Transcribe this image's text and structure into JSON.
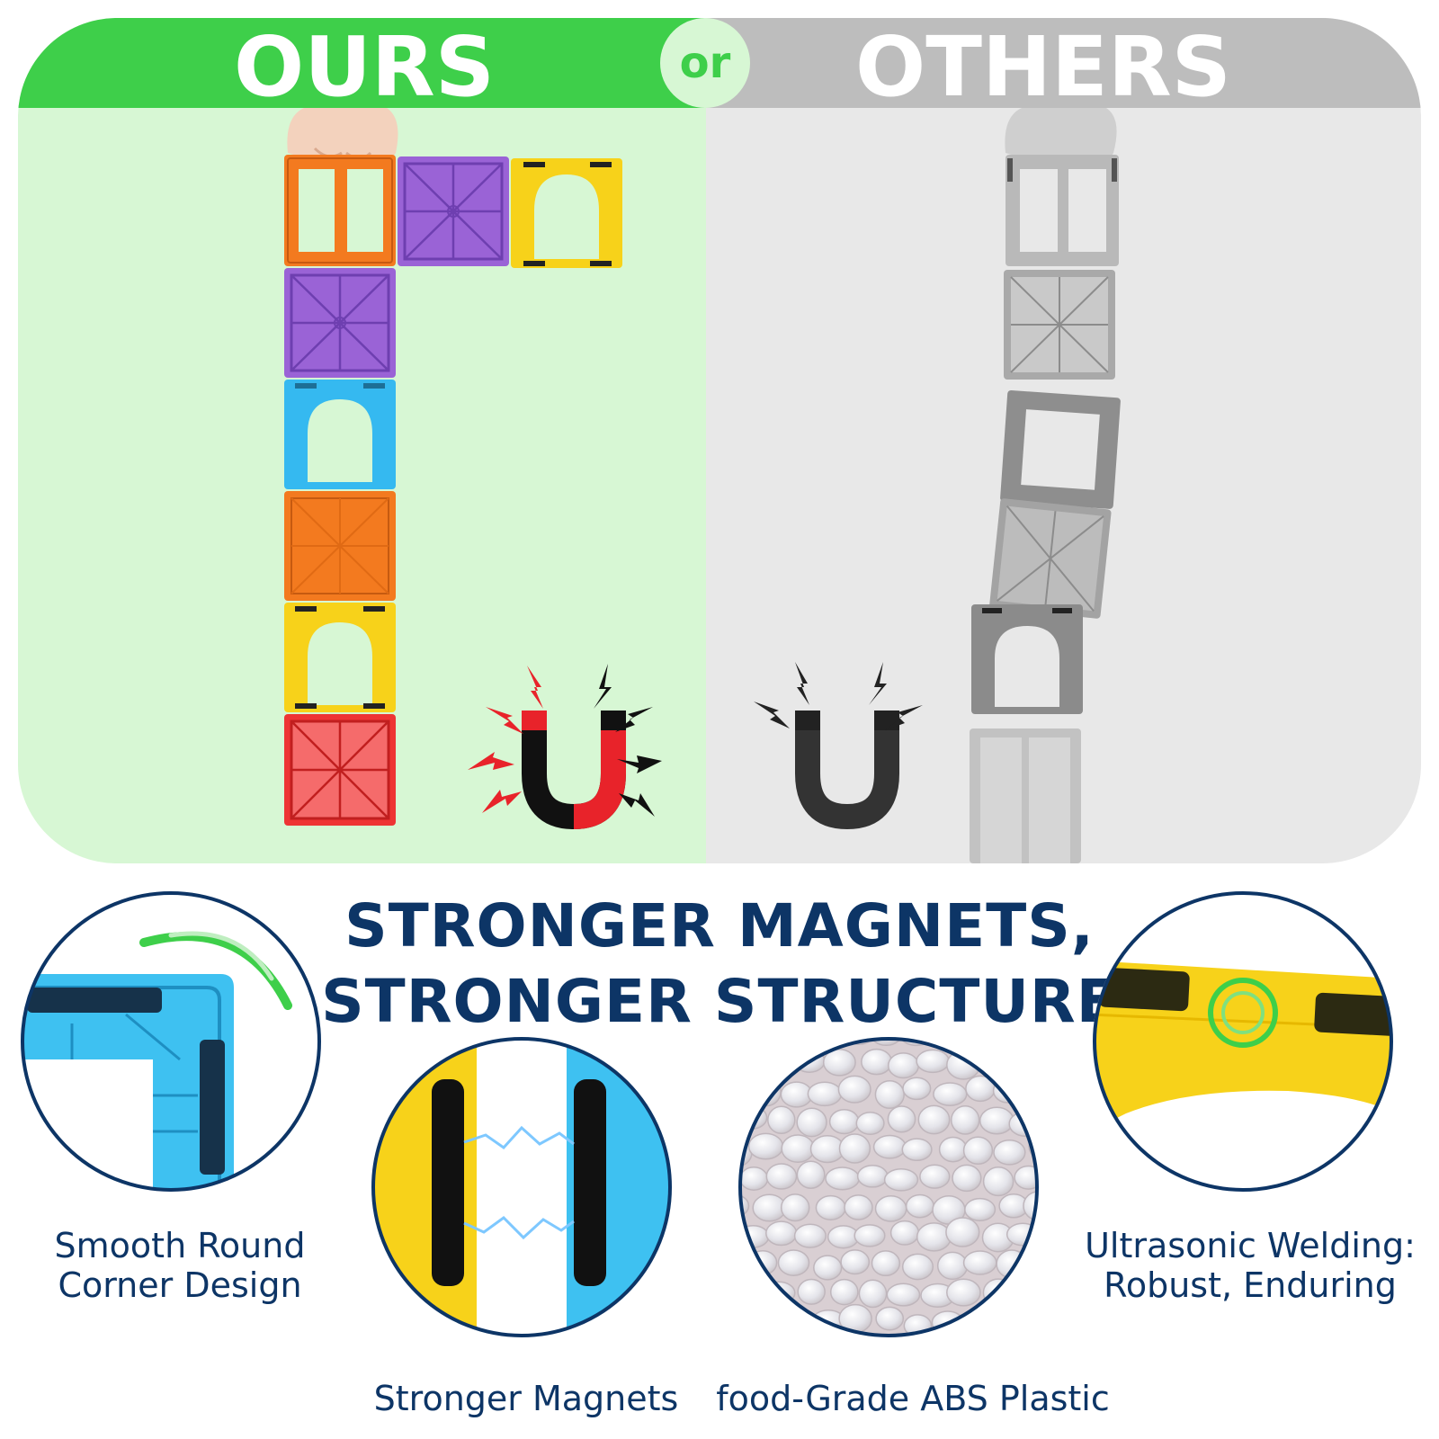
{
  "comparison": {
    "ours_label": "OURS",
    "or_label": "or",
    "others_label": "OTHERS"
  },
  "headline": {
    "line1": "STRONGER MAGNETS,",
    "line2": "STRONGER STRUCTURE"
  },
  "features": [
    {
      "caption_line1": "Smooth Round",
      "caption_line2": "Corner Design",
      "icon": "corner-closeup-image"
    },
    {
      "caption_line1": "Stronger Magnets",
      "icon": "magnet-closeup-image"
    },
    {
      "caption_line1": "food-Grade ABS Plastic",
      "icon": "abs-pellets-image"
    },
    {
      "caption_line1": "Ultrasonic Welding:",
      "caption_line2": "Robust, Enduring",
      "icon": "welding-closeup-image"
    }
  ],
  "colors": {
    "ours_green": "#3ecf4a",
    "ours_background": "#d7f7d4",
    "others_gray": "#bdbdbd",
    "others_background": "#e8e8e8",
    "headline_navy": "#0d3566",
    "tile_orange": "#f37a1f",
    "tile_purple": "#9a63d6",
    "tile_yellow": "#f7d21a",
    "tile_blue": "#35b9f0",
    "tile_red": "#ee3434"
  }
}
